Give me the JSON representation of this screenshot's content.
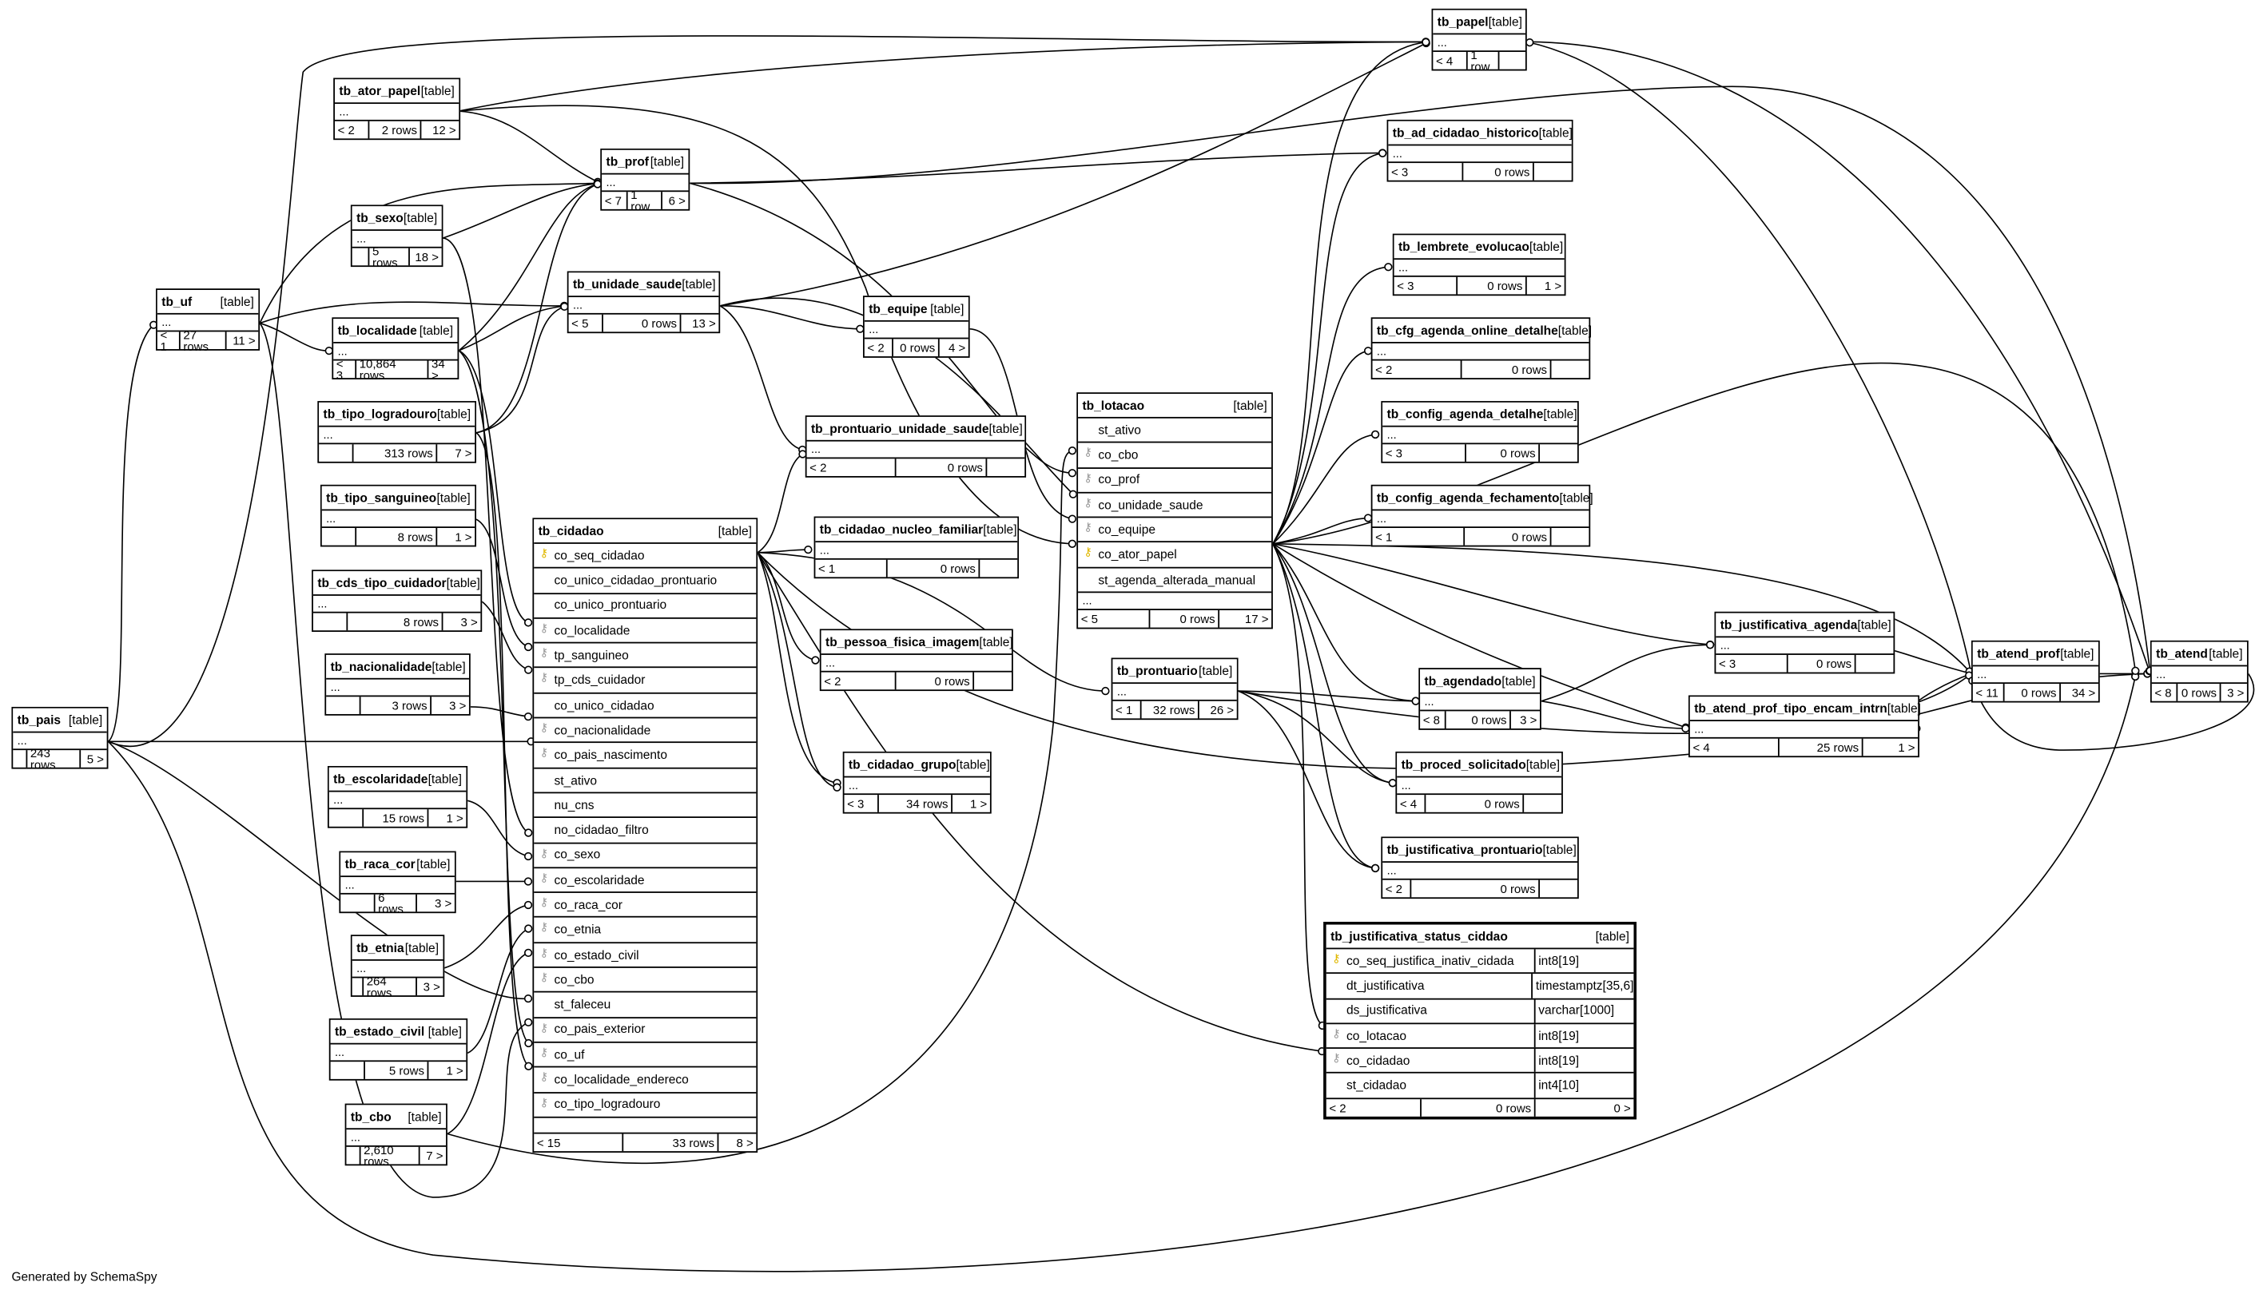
{
  "footer": "Generated by SchemaSpy",
  "labels": {
    "kind": "[table]",
    "dots": "..."
  },
  "tables": {
    "tb_papel": {
      "name": "tb_papel",
      "left": "< 4",
      "rows": "1 row",
      "right": ""
    },
    "tb_ator_papel": {
      "name": "tb_ator_papel",
      "left": "< 2",
      "rows": "2 rows",
      "right": "12 >"
    },
    "tb_prof": {
      "name": "tb_prof",
      "left": "< 7",
      "rows": "1 row",
      "right": "6 >"
    },
    "tb_sexo": {
      "name": "tb_sexo",
      "left": "",
      "rows": "5 rows",
      "right": "18 >"
    },
    "tb_uf": {
      "name": "tb_uf",
      "left": "< 1",
      "rows": "27 rows",
      "right": "11 >"
    },
    "tb_localidade": {
      "name": "tb_localidade",
      "left": "< 3",
      "rows": "10,864 rows",
      "right": "34 >"
    },
    "tb_unidade_saude": {
      "name": "tb_unidade_saude",
      "left": "< 5",
      "rows": "0 rows",
      "right": "13 >"
    },
    "tb_equipe": {
      "name": "tb_equipe",
      "left": "< 2",
      "rows": "0 rows",
      "right": "4 >"
    },
    "tb_tipo_logradouro": {
      "name": "tb_tipo_logradouro",
      "left": "",
      "rows": "313 rows",
      "right": "7 >"
    },
    "tb_tipo_sanguineo": {
      "name": "tb_tipo_sanguineo",
      "left": "",
      "rows": "8 rows",
      "right": "1 >"
    },
    "tb_cds_tipo_cuidador": {
      "name": "tb_cds_tipo_cuidador",
      "left": "",
      "rows": "8 rows",
      "right": "3 >"
    },
    "tb_nacionalidade": {
      "name": "tb_nacionalidade",
      "left": "",
      "rows": "3 rows",
      "right": "3 >"
    },
    "tb_escolaridade": {
      "name": "tb_escolaridade",
      "left": "",
      "rows": "15 rows",
      "right": "1 >"
    },
    "tb_raca_cor": {
      "name": "tb_raca_cor",
      "left": "",
      "rows": "6 rows",
      "right": "3 >"
    },
    "tb_etnia": {
      "name": "tb_etnia",
      "left": "",
      "rows": "264 rows",
      "right": "3 >"
    },
    "tb_estado_civil": {
      "name": "tb_estado_civil",
      "left": "",
      "rows": "5 rows",
      "right": "1 >"
    },
    "tb_cbo": {
      "name": "tb_cbo",
      "left": "",
      "rows": "2,610 rows",
      "right": "7 >"
    },
    "tb_pais": {
      "name": "tb_pais",
      "left": "",
      "rows": "243 rows",
      "right": "5 >"
    },
    "tb_prontuario_unidade_saude": {
      "name": "tb_prontuario_unidade_saude",
      "left": "< 2",
      "rows": "0 rows",
      "right": ""
    },
    "tb_cidadao_nucleo_familiar": {
      "name": "tb_cidadao_nucleo_familiar",
      "left": "< 1",
      "rows": "0 rows",
      "right": ""
    },
    "tb_pessoa_fisica_imagem": {
      "name": "tb_pessoa_fisica_imagem",
      "left": "< 2",
      "rows": "0 rows",
      "right": ""
    },
    "tb_cidadao_grupo": {
      "name": "tb_cidadao_grupo",
      "left": "< 3",
      "rows": "34 rows",
      "right": "1 >"
    },
    "tb_prontuario": {
      "name": "tb_prontuario",
      "left": "< 1",
      "rows": "32 rows",
      "right": "26 >"
    },
    "tb_ad_cidadao_historico": {
      "name": "tb_ad_cidadao_historico",
      "left": "< 3",
      "rows": "0 rows",
      "right": ""
    },
    "tb_lembrete_evolucao": {
      "name": "tb_lembrete_evolucao",
      "left": "< 3",
      "rows": "0 rows",
      "right": "1 >"
    },
    "tb_cfg_agenda_online_detalhe": {
      "name": "tb_cfg_agenda_online_detalhe",
      "left": "< 2",
      "rows": "0 rows",
      "right": ""
    },
    "tb_config_agenda_detalhe": {
      "name": "tb_config_agenda_detalhe",
      "left": "< 3",
      "rows": "0 rows",
      "right": ""
    },
    "tb_config_agenda_fechamento": {
      "name": "tb_config_agenda_fechamento",
      "left": "< 1",
      "rows": "0 rows",
      "right": ""
    },
    "tb_justificativa_agenda": {
      "name": "tb_justificativa_agenda",
      "left": "< 3",
      "rows": "0 rows",
      "right": ""
    },
    "tb_agendado": {
      "name": "tb_agendado",
      "left": "< 8",
      "rows": "0 rows",
      "right": "3 >"
    },
    "tb_atend_prof_tipo_encam_intrn": {
      "name": "tb_atend_prof_tipo_encam_intrn",
      "left": "< 4",
      "rows": "25 rows",
      "right": "1 >"
    },
    "tb_atend_prof": {
      "name": "tb_atend_prof",
      "left": "< 11",
      "rows": "0 rows",
      "right": "34 >"
    },
    "tb_atend": {
      "name": "tb_atend",
      "left": "< 8",
      "rows": "0 rows",
      "right": "3 >"
    },
    "tb_proced_solicitado": {
      "name": "tb_proced_solicitado",
      "left": "< 4",
      "rows": "0 rows",
      "right": ""
    },
    "tb_justificativa_prontuario": {
      "name": "tb_justificativa_prontuario",
      "left": "< 2",
      "rows": "0 rows",
      "right": ""
    }
  },
  "tb_lotacao": {
    "name": "tb_lotacao",
    "columns": [
      "st_ativo",
      "co_cbo",
      "co_prof",
      "co_unidade_saude",
      "co_equipe",
      "co_ator_papel",
      "st_agenda_alterada_manual"
    ],
    "left": "< 5",
    "rows": "0 rows",
    "right": "17 >"
  },
  "tb_cidadao": {
    "name": "tb_cidadao",
    "columns": [
      "co_seq_cidadao",
      "co_unico_cidadao_prontuario",
      "co_unico_prontuario",
      "co_localidade",
      "tp_sanguineo",
      "tp_cds_cuidador",
      "co_unico_cidadao",
      "co_nacionalidade",
      "co_pais_nascimento",
      "st_ativo",
      "nu_cns",
      "no_cidadao_filtro",
      "co_sexo",
      "co_escolaridade",
      "co_raca_cor",
      "co_etnia",
      "co_estado_civil",
      "co_cbo",
      "st_faleceu",
      "co_pais_exterior",
      "co_uf",
      "co_localidade_endereco",
      "co_tipo_logradouro"
    ],
    "left": "< 15",
    "rows": "33 rows",
    "right": "8 >"
  },
  "tb_justificativa_status_ciddao": {
    "name": "tb_justificativa_status_ciddao",
    "columns": [
      {
        "name": "co_seq_justifica_inativ_cidada",
        "type": "int8[19]"
      },
      {
        "name": "dt_justificativa",
        "type": "timestamptz[35,6]"
      },
      {
        "name": "ds_justificativa",
        "type": "varchar[1000]"
      },
      {
        "name": "co_lotacao",
        "type": "int8[19]"
      },
      {
        "name": "co_cidadao",
        "type": "int8[19]"
      },
      {
        "name": "st_cidadao",
        "type": "int4[10]"
      }
    ],
    "left": "< 2",
    "rows": "0 rows",
    "right": "0 >"
  }
}
